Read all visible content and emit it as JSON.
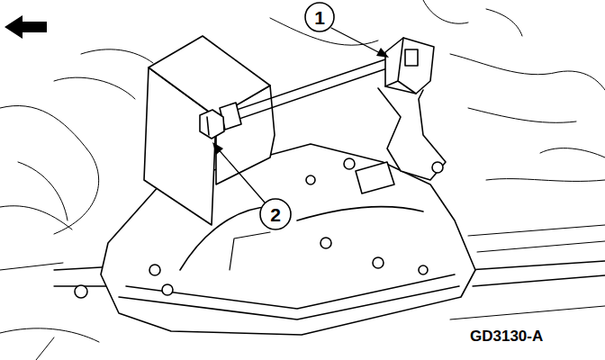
{
  "diagram": {
    "nodes": [
      {
        "text": [
          "1"
        ]
      },
      {
        "text": [
          "2"
        ]
      }
    ],
    "labels": [
      "GD3130-A"
    ]
  }
}
